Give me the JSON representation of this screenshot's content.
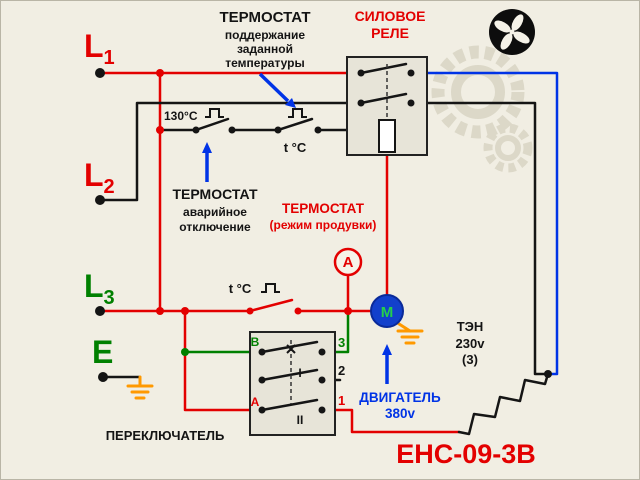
{
  "terminals": {
    "l1_main": "L",
    "l1_sub": "1",
    "l2_main": "L",
    "l2_sub": "2",
    "l3_main": "L",
    "l3_sub": "3",
    "earth": "E"
  },
  "thermostat_maintain": {
    "title": "ТЕРМОСТАТ",
    "line1": "поддержание",
    "line2": "заданной",
    "line3": "температуры"
  },
  "power_relay": {
    "line1": "СИЛОВОЕ",
    "line2": "РЕЛЕ"
  },
  "thermostat_safety": {
    "temp": "130°C",
    "contact_label": "t °C",
    "title": "ТЕРМОСТАТ",
    "line1": "аварийное",
    "line2": "отключение"
  },
  "thermostat_purge": {
    "title": "ТЕРМОСТАТ",
    "subtitle": "(режим продувки)",
    "sensor": "А",
    "contact_label": "t °C"
  },
  "motor": {
    "symbol": "М",
    "label_line1": "ДВИГАТЕЛЬ",
    "label_line2": "380v"
  },
  "heater": {
    "line1": "ТЭН",
    "line2": "230v",
    "line3": "(3)"
  },
  "selector": {
    "label": "ПЕРЕКЛЮЧАТЕЛЬ",
    "pos_b": "В",
    "pos_i": "I",
    "pos_a": "А",
    "pos_ii": "II",
    "terminal_3": "3",
    "terminal_2": "2",
    "terminal_1": "1"
  },
  "model_number": "ЕНС-09-3В",
  "colors": {
    "background": "#f1eee3",
    "wire_red": "#e30000",
    "wire_black": "#151515",
    "wire_blue": "#0033e6",
    "wire_green": "#008000",
    "ground_orange": "#ff9900"
  }
}
